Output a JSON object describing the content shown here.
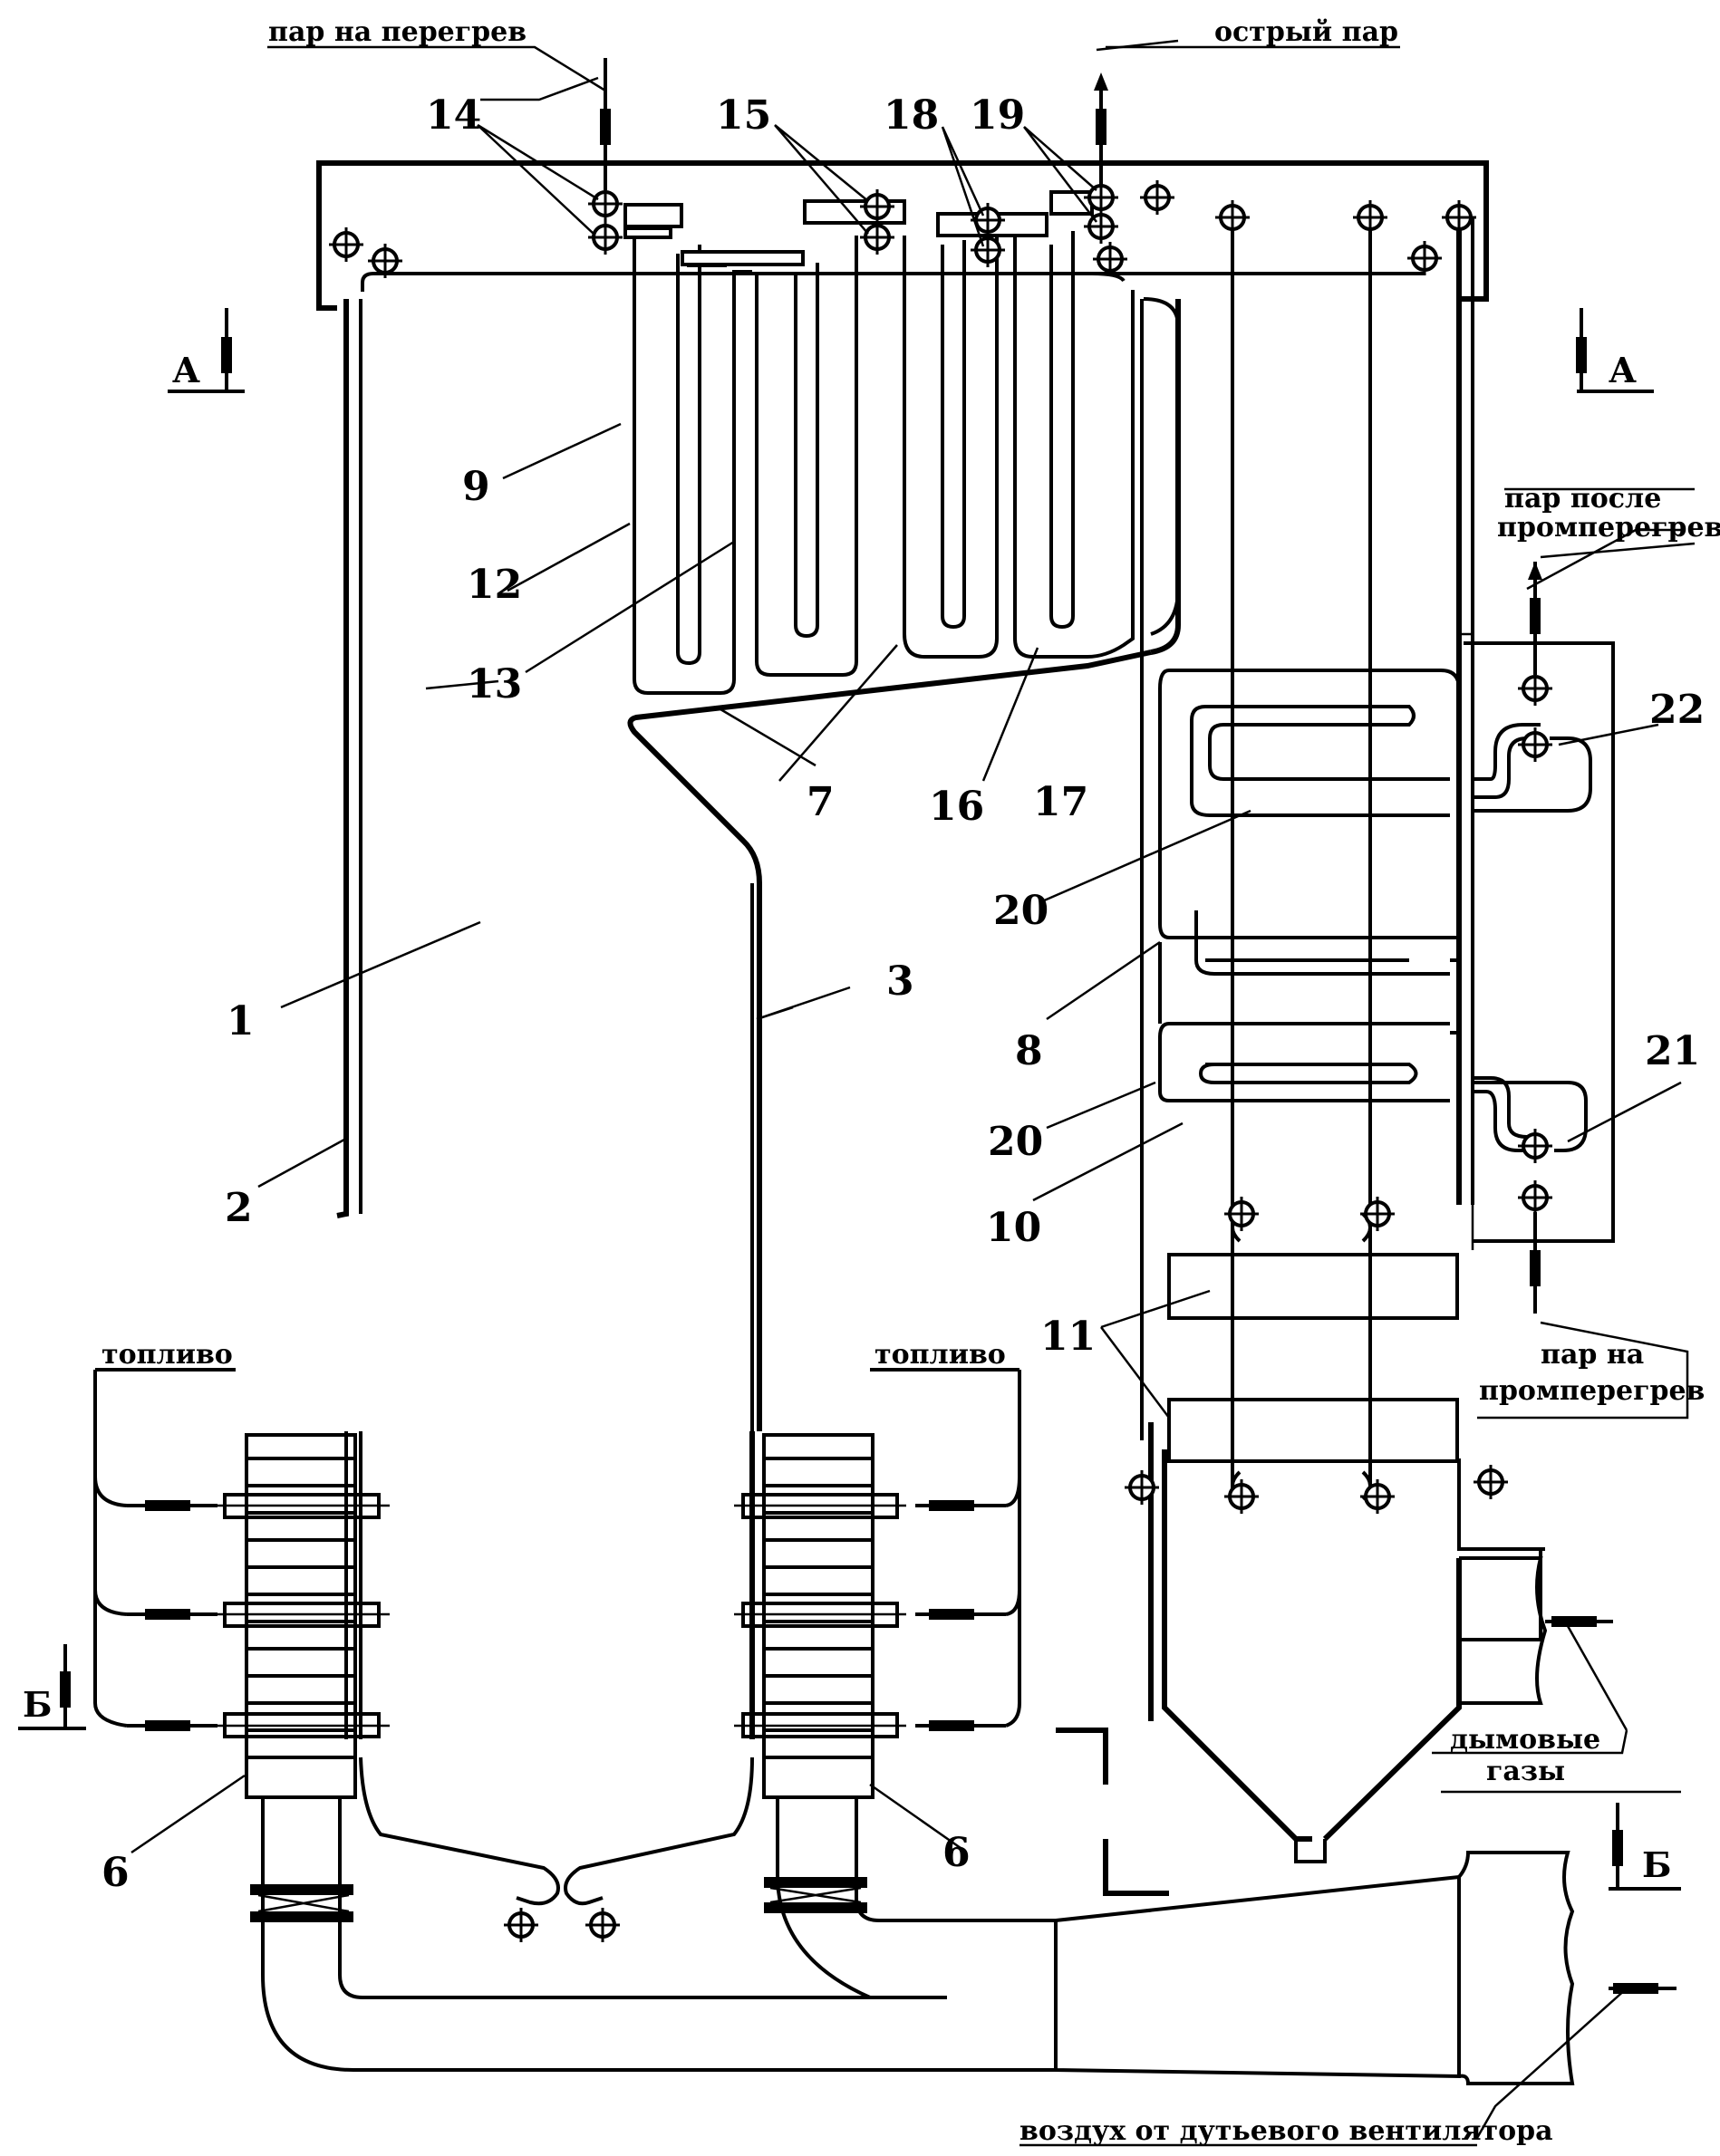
{
  "labels": {
    "steam_to_superheat": "пар на перегрев",
    "live_steam": "острый пар",
    "steam_after_reheat_1": "пар после",
    "steam_after_reheat_2": "промперегрева",
    "steam_to_reheat_1": "пар на",
    "steam_to_reheat_2": "промперегрев",
    "fuel_left": "топливо",
    "fuel_right": "топливо",
    "flue_gases_1": "дымовые",
    "flue_gases_2": "газы",
    "air_from_fan": "воздух от дутьевого вентилятора"
  },
  "sections": {
    "a_left": "А",
    "a_right": "А",
    "b_left": "Б",
    "b_right": "Б"
  },
  "numbers": {
    "n1": "1",
    "n2": "2",
    "n3": "3",
    "n6a": "6",
    "n6b": "6",
    "n7": "7",
    "n8": "8",
    "n9": "9",
    "n10": "10",
    "n11": "11",
    "n12": "12",
    "n13": "13",
    "n14": "14",
    "n15": "15",
    "n16": "16",
    "n17": "17",
    "n18": "18",
    "n19": "19",
    "n20a": "20",
    "n20b": "20",
    "n21": "21",
    "n22": "22"
  }
}
